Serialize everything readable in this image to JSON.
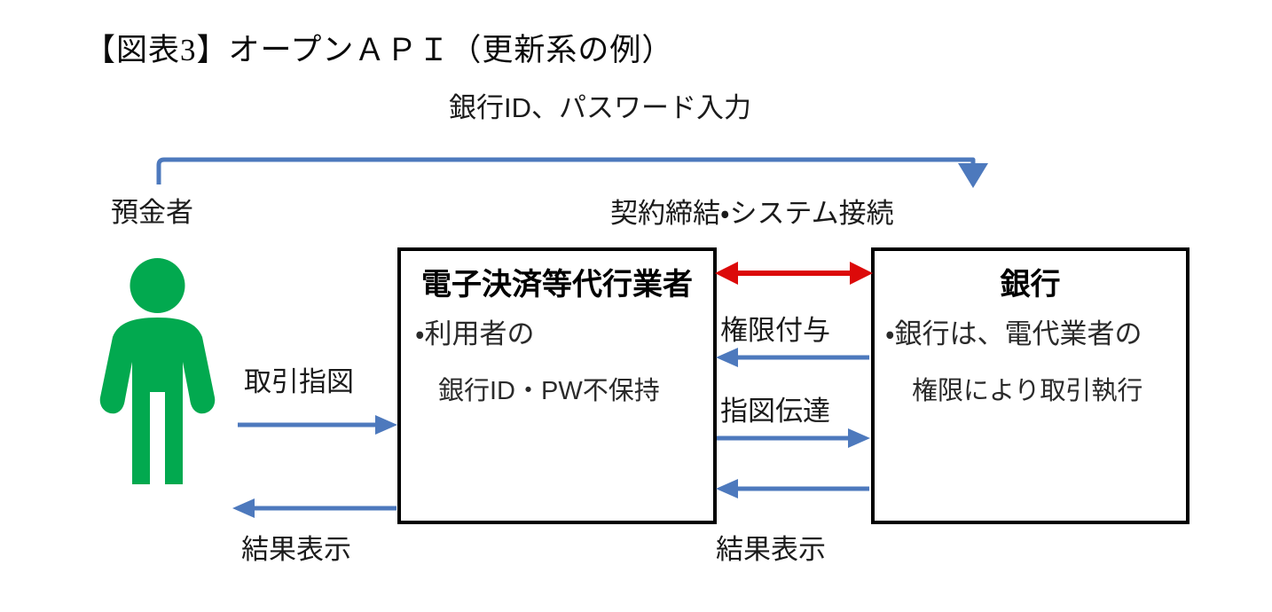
{
  "figure": {
    "title": "【図表3】オープンＡＰＩ（更新系の例）"
  },
  "labels": {
    "credentials": "銀行ID、パスワード入力",
    "depositor": "預金者",
    "contract": "契約締結・システム接続",
    "grant_authority": "権限付与",
    "relay_instruction": "指図伝達",
    "transaction_instruction": "取引指図",
    "result_display_left": "結果表示",
    "result_display_middle": "結果表示"
  },
  "boxes": {
    "ppf": {
      "title": "電子決済等代行業者",
      "line1": "・利用者の",
      "line2": "銀行ID・PW不保持"
    },
    "bank": {
      "title": "銀行",
      "line1": "・銀行は、電代業者の",
      "line2": "権限により取引執行"
    }
  },
  "actors": {
    "depositor_icon": "person-pictogram"
  },
  "colors": {
    "arrow_blue": "#4d79bd",
    "arrow_red": "#dc0a0a",
    "person_green": "#02a94f",
    "box_border": "#000000",
    "text": "#1b1b1b"
  },
  "flows": [
    {
      "name": "credentials-flow",
      "from": "depositor",
      "to": "bank",
      "label": "銀行ID、パスワード入力",
      "color": "#4d79bd",
      "heads": "single"
    },
    {
      "name": "contract-flow",
      "from": "ppf",
      "to": "bank",
      "label": "契約締結・システム接続",
      "color": "#dc0a0a",
      "heads": "double"
    },
    {
      "name": "grant-authority-flow",
      "from": "bank",
      "to": "ppf",
      "label": "権限付与",
      "color": "#4d79bd",
      "heads": "single"
    },
    {
      "name": "relay-instruction-flow",
      "from": "ppf",
      "to": "bank",
      "label": "指図伝達",
      "color": "#4d79bd",
      "heads": "single"
    },
    {
      "name": "transaction-instruction-flow",
      "from": "depositor",
      "to": "ppf",
      "label": "取引指図",
      "color": "#4d79bd",
      "heads": "single"
    },
    {
      "name": "result-left-flow",
      "from": "ppf",
      "to": "depositor",
      "label": "結果表示",
      "color": "#4d79bd",
      "heads": "single"
    },
    {
      "name": "result-middle-flow",
      "from": "bank",
      "to": "ppf",
      "label": "結果表示",
      "color": "#4d79bd",
      "heads": "single"
    }
  ]
}
